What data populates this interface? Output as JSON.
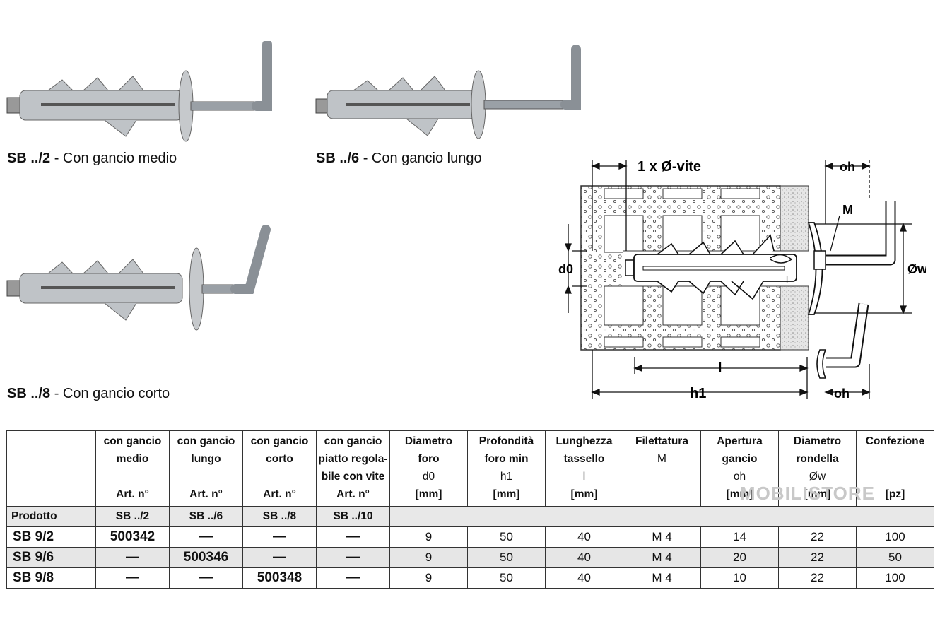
{
  "products": [
    {
      "code": "SB ../2",
      "desc": "Con gancio medio"
    },
    {
      "code": "SB ../6",
      "desc": "Con gancio lungo"
    },
    {
      "code": "SB ../8",
      "desc": "Con gancio corto"
    }
  ],
  "caption_sep": " - ",
  "diagram": {
    "label_screw": "1 x Ø-vite",
    "label_oh_top": "oh",
    "label_M": "M",
    "label_d0": "d0",
    "label_ow": "Øw",
    "label_l": "l",
    "label_h1": "h1",
    "label_oh_bottom": "oh",
    "label_inner_l": "l"
  },
  "table": {
    "headers": [
      {
        "l1": "",
        "l2": "",
        "sym": "",
        "unit": ""
      },
      {
        "l1": "con gancio",
        "l2": "medio",
        "sym": "",
        "unit": "Art. n°"
      },
      {
        "l1": "con gancio",
        "l2": "lungo",
        "sym": "",
        "unit": "Art. n°"
      },
      {
        "l1": "con gancio",
        "l2": "corto",
        "sym": "",
        "unit": "Art. n°"
      },
      {
        "l1": "con gancio",
        "l2": "piatto regola-",
        "l3": "bile con vite",
        "unit": "Art. n°"
      },
      {
        "l1": "Diametro",
        "l2": "foro",
        "sym": "d0",
        "unit": "[mm]"
      },
      {
        "l1": "Profondità",
        "l2": "foro min",
        "sym": "h1",
        "unit": "[mm]"
      },
      {
        "l1": "Lunghezza",
        "l2": "tassello",
        "sym": "l",
        "unit": "[mm]"
      },
      {
        "l1": "Filettatura",
        "l2": "",
        "sym": "M",
        "unit": ""
      },
      {
        "l1": "Apertura",
        "l2": "gancio",
        "sym": "oh",
        "unit": "[mm]"
      },
      {
        "l1": "Diametro",
        "l2": "rondella",
        "sym": "Øw",
        "unit": "[mm]"
      },
      {
        "l1": "Confezione",
        "l2": "",
        "sym": "",
        "unit": "[pz]"
      }
    ],
    "subheader": [
      "Prodotto",
      "SB ../2",
      "SB ../6",
      "SB ../8",
      "SB ../10"
    ],
    "rows": [
      {
        "product": "SB 9/2",
        "art": [
          "500342",
          "—",
          "—",
          "—"
        ],
        "vals": [
          "9",
          "50",
          "40",
          "M 4",
          "14",
          "22",
          "100"
        ]
      },
      {
        "product": "SB 9/6",
        "art": [
          "—",
          "500346",
          "—",
          "—"
        ],
        "vals": [
          "9",
          "50",
          "40",
          "M 4",
          "20",
          "22",
          "50"
        ]
      },
      {
        "product": "SB 9/8",
        "art": [
          "—",
          "—",
          "500348",
          "—"
        ],
        "vals": [
          "9",
          "50",
          "40",
          "M 4",
          "10",
          "22",
          "100"
        ]
      }
    ]
  },
  "watermark": "MOBILISTORE"
}
